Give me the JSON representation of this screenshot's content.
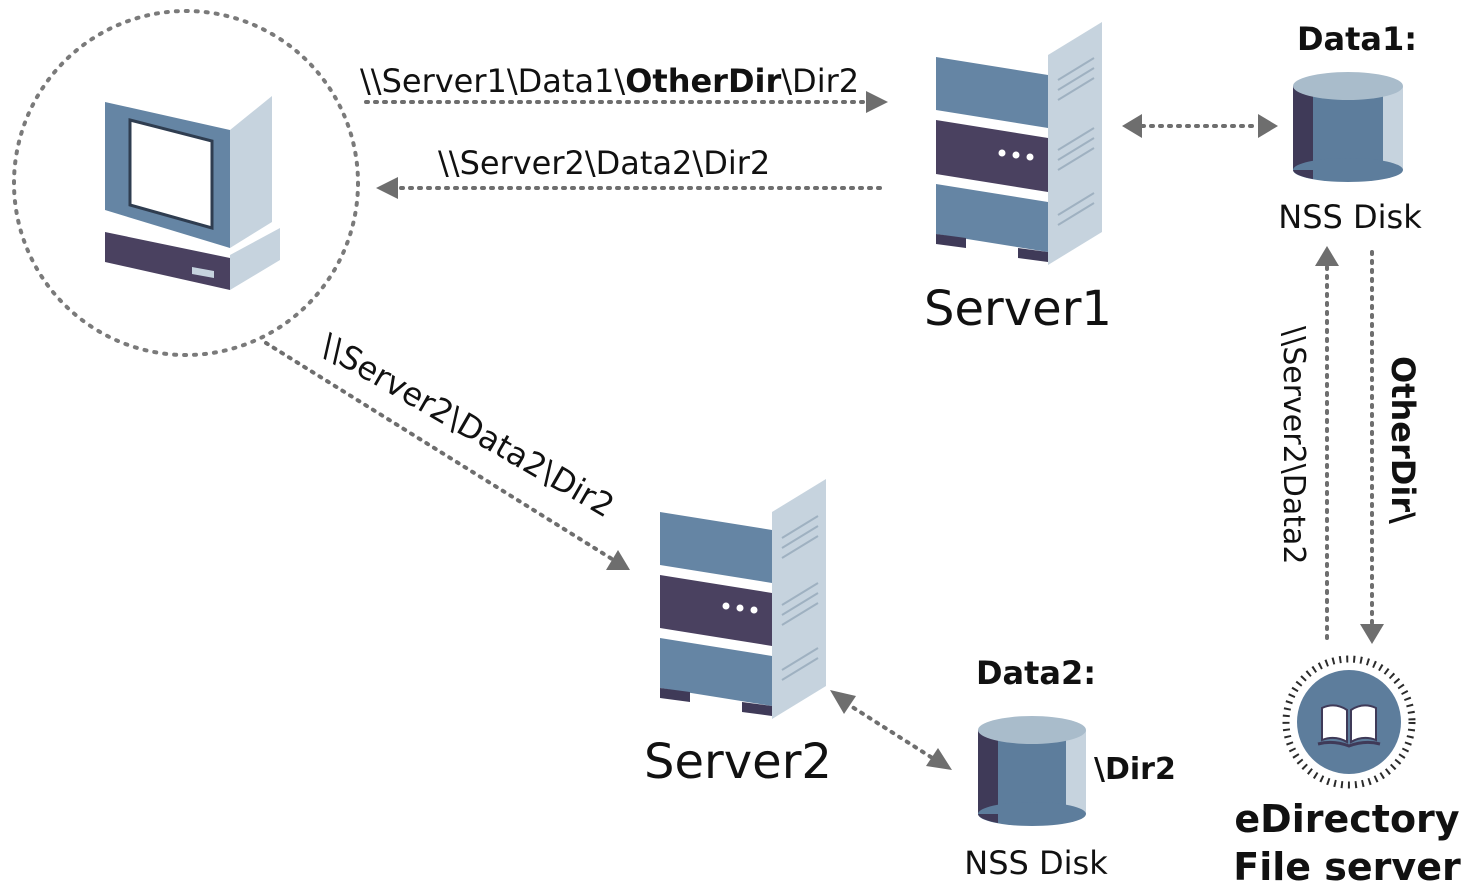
{
  "labels": {
    "path_request_prefix": "\\\\Server1\\Data1\\",
    "path_request_bold": "OtherDir",
    "path_request_suffix": "\\Dir2",
    "path_redirect": "\\\\Server2\\Data2\\Dir2",
    "path_client_to_server2": "\\\\Server2\\Data2\\Dir2",
    "path_junction_target": "\\\\Server2\\Data2",
    "junction_name": "OtherDir\\",
    "server1": "Server1",
    "server2": "Server2",
    "volume1": "Data1:",
    "volume2": "Data2:",
    "disk1": "NSS Disk",
    "disk2": "NSS Disk",
    "dir2_on_data2": "\\Dir2",
    "edirectory_line1": "eDirectory",
    "edirectory_line2": "File server"
  },
  "colors": {
    "server_blue": "#6585a4",
    "server_dark": "#4a4160",
    "server_side": "#c6d3de",
    "disk_top": "#a9bccb",
    "disk_body": "#5d7d9c",
    "disk_dark": "#3f3a58",
    "connector": "#6e6e6e"
  }
}
